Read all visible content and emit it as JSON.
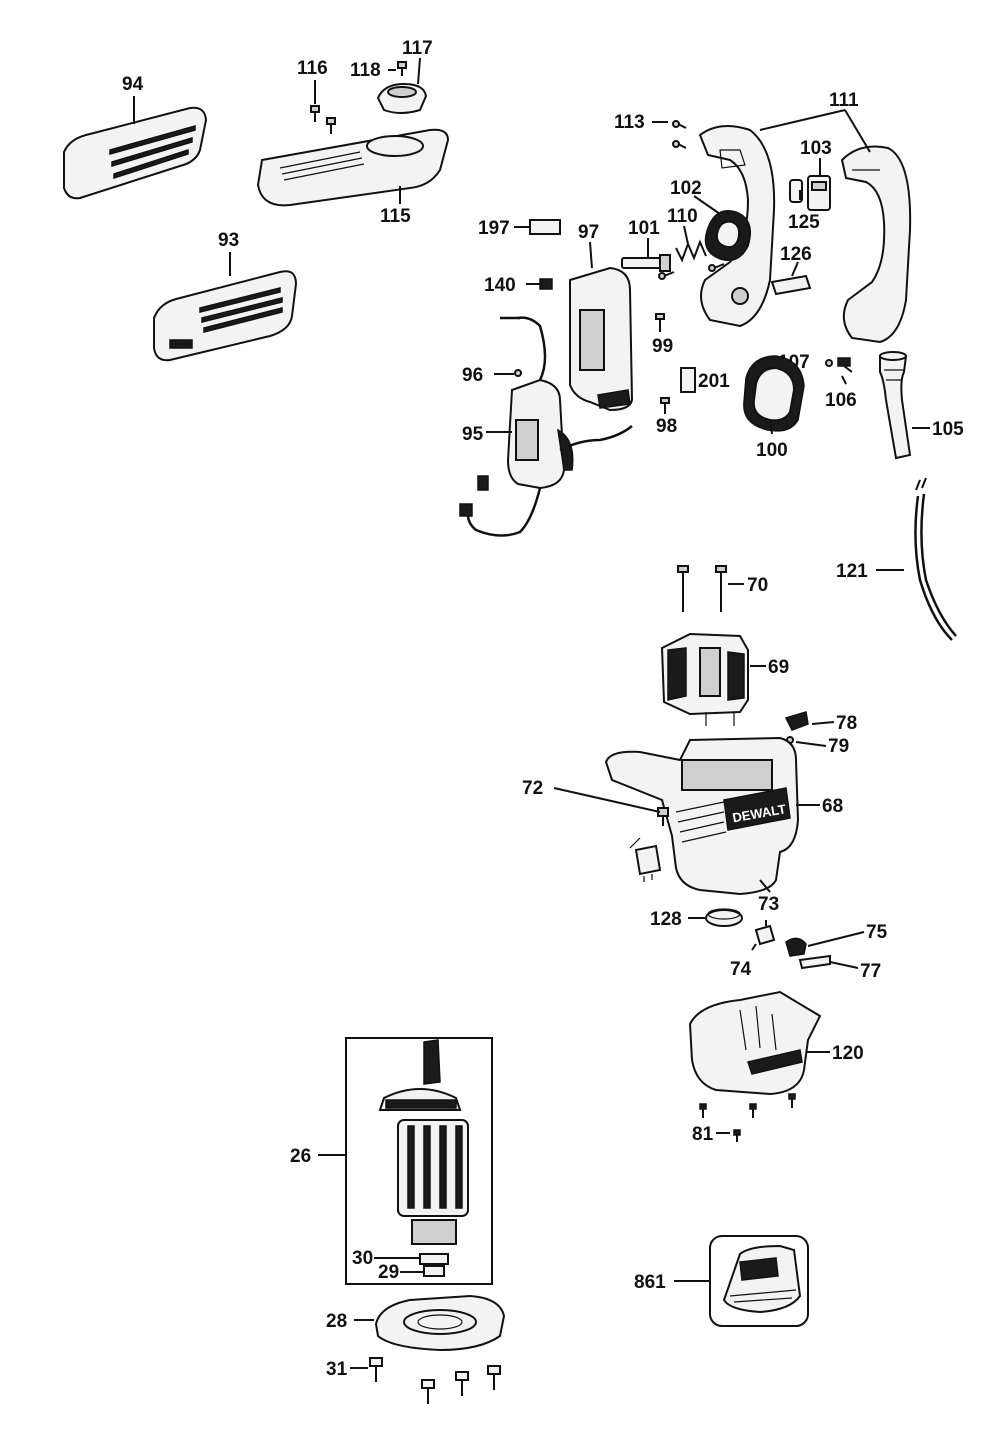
{
  "labels": {
    "p94": "94",
    "p116": "116",
    "p118": "118",
    "p117": "117",
    "p115": "115",
    "p93": "93",
    "p113": "113",
    "p111": "111",
    "p103": "103",
    "p102": "102",
    "p197": "197",
    "p97": "97",
    "p101": "101",
    "p110": "110",
    "p125": "125",
    "p126": "126",
    "p140": "140",
    "p99": "99",
    "p107": "107",
    "p106": "106",
    "p96": "96",
    "p201": "201",
    "p95": "95",
    "p98": "98",
    "p100": "100",
    "p105": "105",
    "p121": "121",
    "p70": "70",
    "p69": "69",
    "p78": "78",
    "p79": "79",
    "p72": "72",
    "p68": "68",
    "p73": "73",
    "p128": "128",
    "p75": "75",
    "p74": "74",
    "p77": "77",
    "p120": "120",
    "p81": "81",
    "p26": "26",
    "p30": "30",
    "p29": "29",
    "p28": "28",
    "p31": "31",
    "p861": "861"
  },
  "brand_logo": "DEWALT"
}
